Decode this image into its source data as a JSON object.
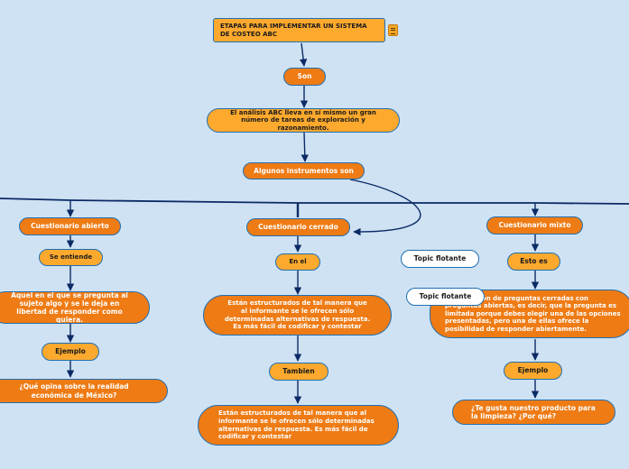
{
  "nodes": {
    "root": "ETAPAS PARA IMPLEMENTAR UN SISTEMA DE COSTEO ABC",
    "son": "Son",
    "abc_analysis": "El análisis ABC lleva en sí mismo un gran número de tareas de exploración y razonamiento.",
    "instruments": "Algunos instrumentos son",
    "open_questionnaire": "Cuestionario abierto",
    "closed_questionnaire": "Cuestionario cerrado",
    "mixed_questionnaire": "Cuestionario mixto",
    "se_entiende": "Se entiende",
    "open_definition": "Aquel en el que se pregunta al sujeto algo y se le deja en libertad de responder como quiera.",
    "ejemplo_open": "Ejemplo",
    "open_example": "¿Qué opina sobre la realidad económica de México?",
    "en_el": "En el",
    "closed_definition": "Están estructurados de tal manera que al informante se le ofrecen sólo determinadas alternativas de respuesta. Es más fácil de codificar y contestar",
    "tambien": "Tambien",
    "closed_definition_2": "Están estructurados de tal manera que al informante se le ofrecen sólo determinadas alternativas de respuesta. Es más fácil de codificar y contestar",
    "esto_es": "Esto es",
    "mixed_definition": "Combinación de preguntas cerradas con preguntas abiertas, es decir, que la pregunta es limitada porque debes elegir una de las opciones presentadas, pero una de ellas ofrece la posibilidad de responder abiertamente.",
    "ejemplo_mixed": "Ejemplo",
    "mixed_example": "¿Te gusta nuestro producto para la limpieza? ¿Por qué?",
    "floating_topic_1": "Topic flotante",
    "floating_topic_2": "Topic flotante"
  },
  "colors": {
    "background": "#cfe2f3",
    "primary_orange": "#ef7b14",
    "secondary_orange": "#fca92e",
    "connector": "#0b2a66"
  },
  "icons": {
    "root_note": "note-icon"
  }
}
